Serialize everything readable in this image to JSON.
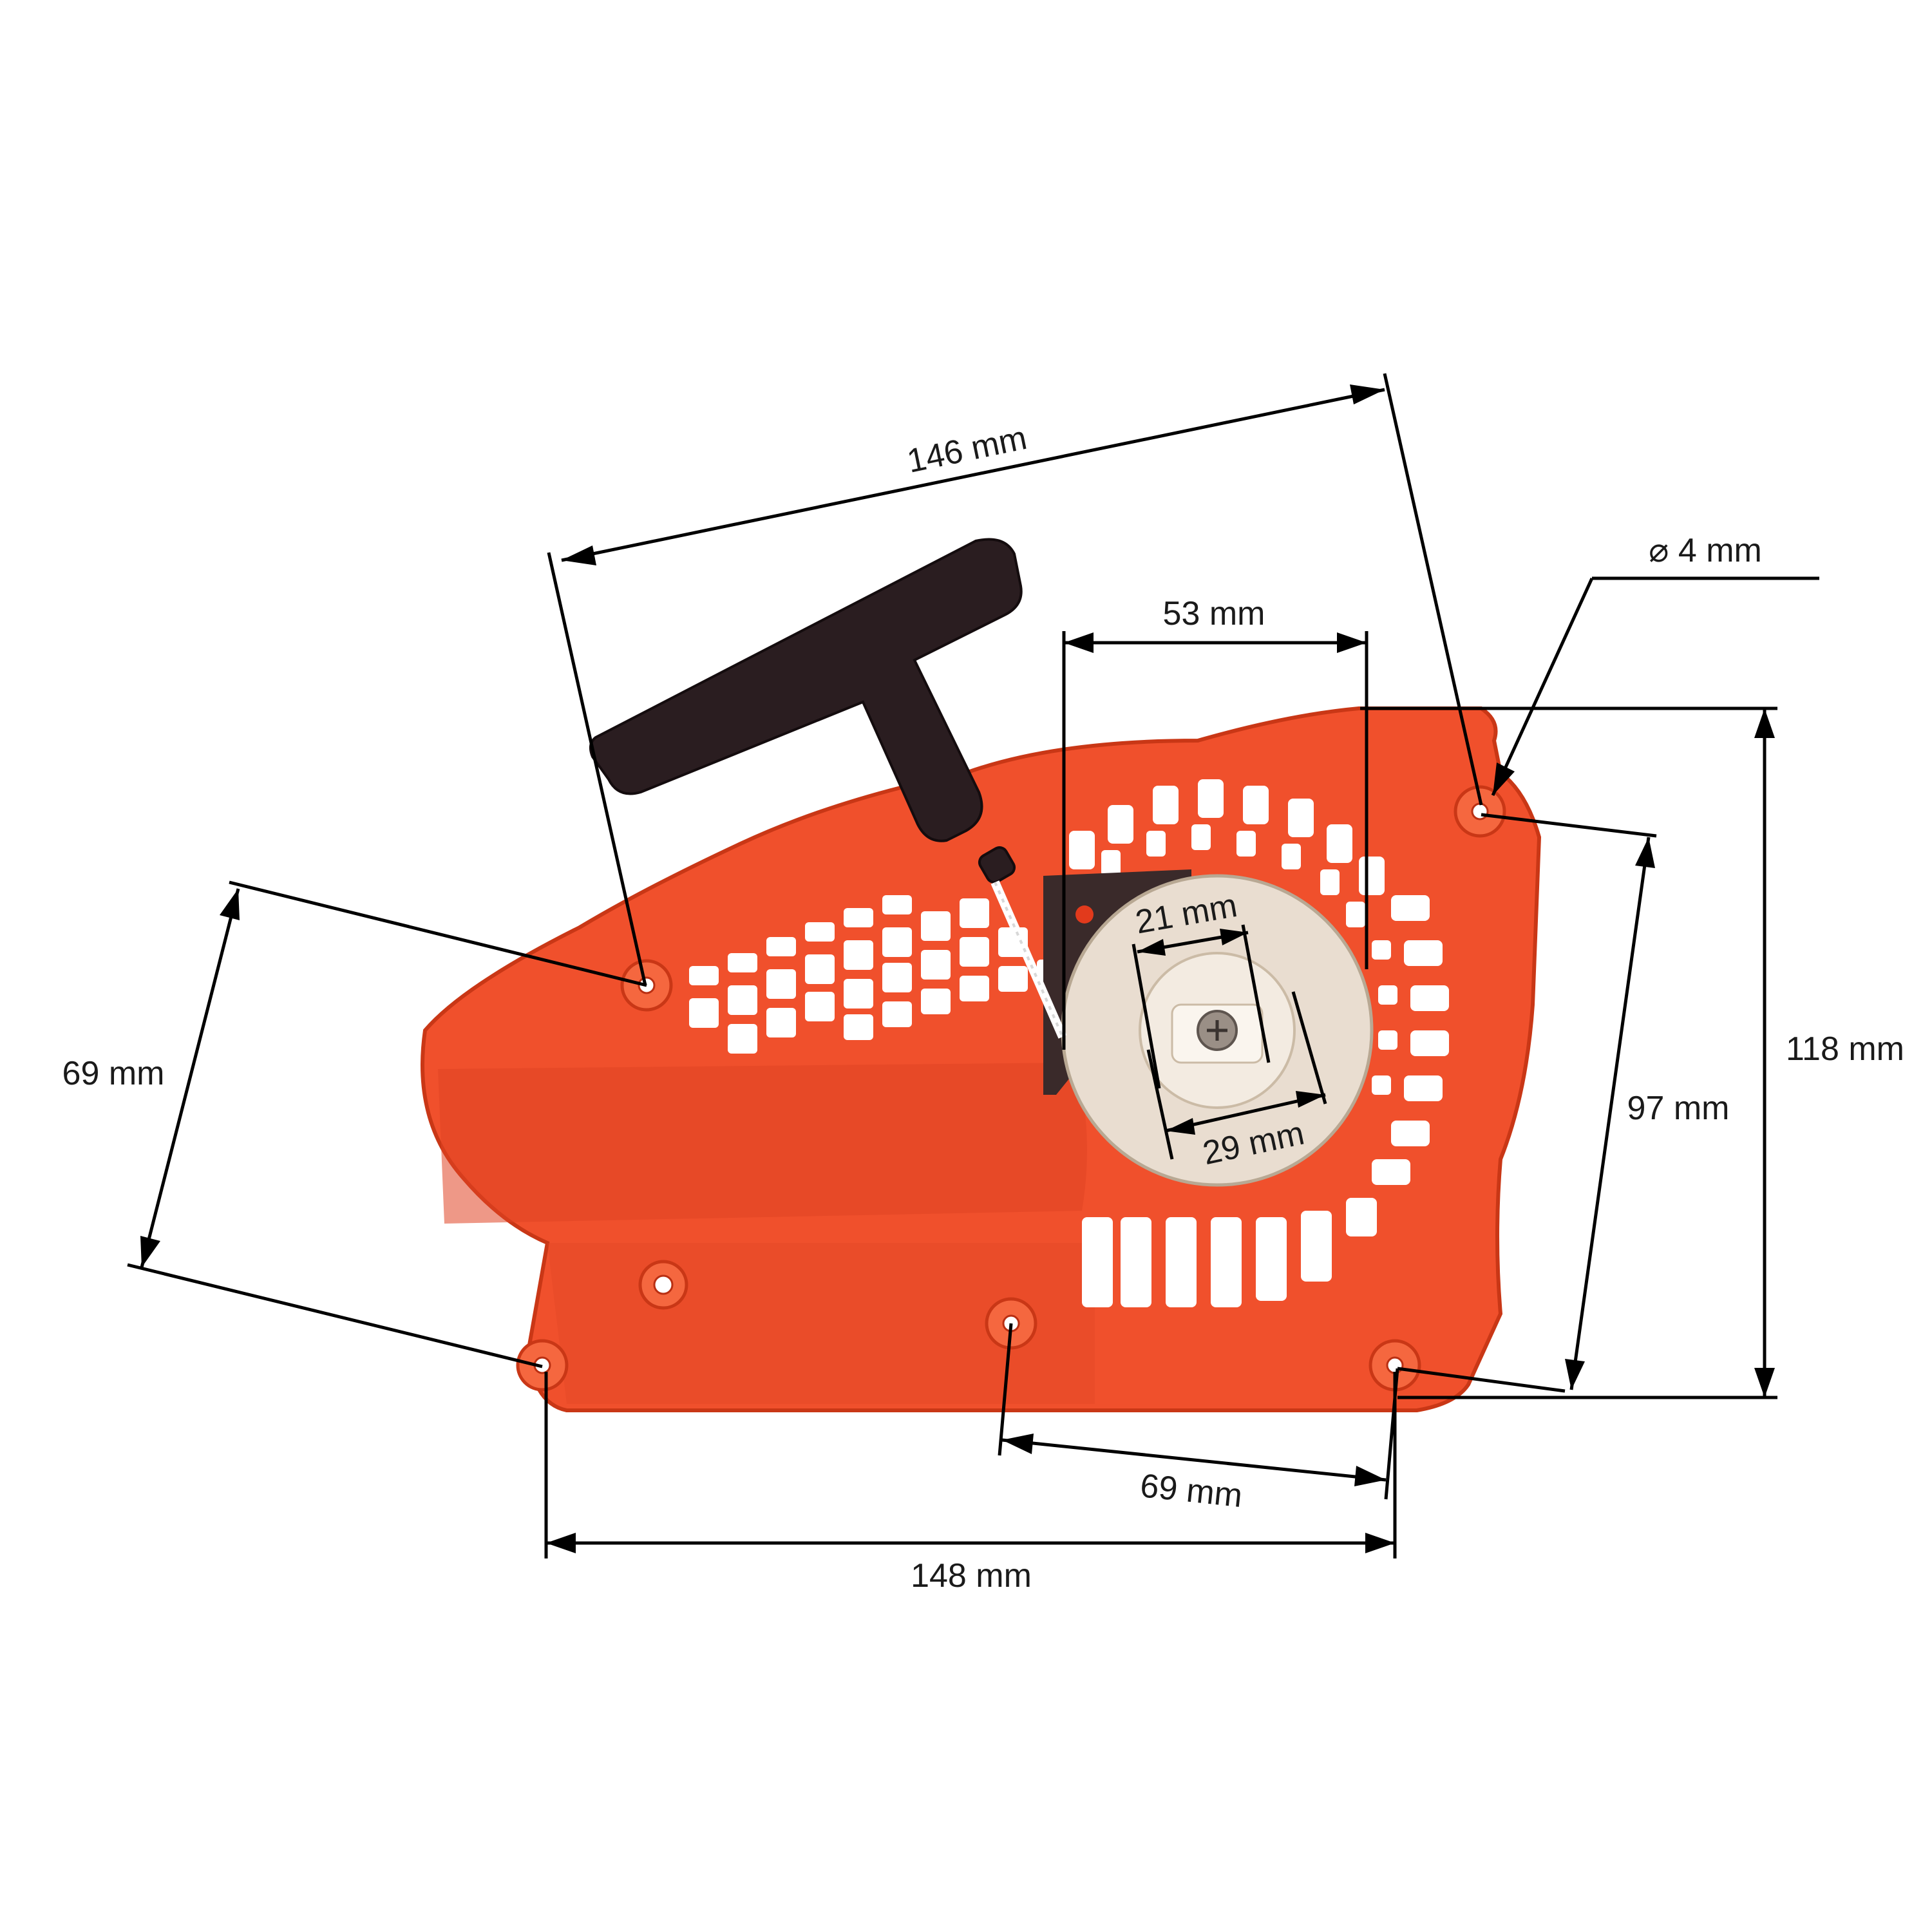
{
  "image_description_free": true,
  "part": {
    "housing_color": "#f0502c",
    "handle_color": "#2a1d20",
    "spool_color": "#e9ddd0"
  },
  "dimensions": {
    "top_length": "146 mm",
    "hole_diameter": "⌀ 4 mm",
    "spool_span": "53 mm",
    "inner_pawl_span": "21 mm",
    "outer_pawl_span": "29 mm",
    "overall_height": "118 mm",
    "right_hole_spacing": "97 mm",
    "left_hole_spacing": "69 mm",
    "bottom_hole_spacing": "69 mm",
    "bottom_length": "148 mm"
  }
}
